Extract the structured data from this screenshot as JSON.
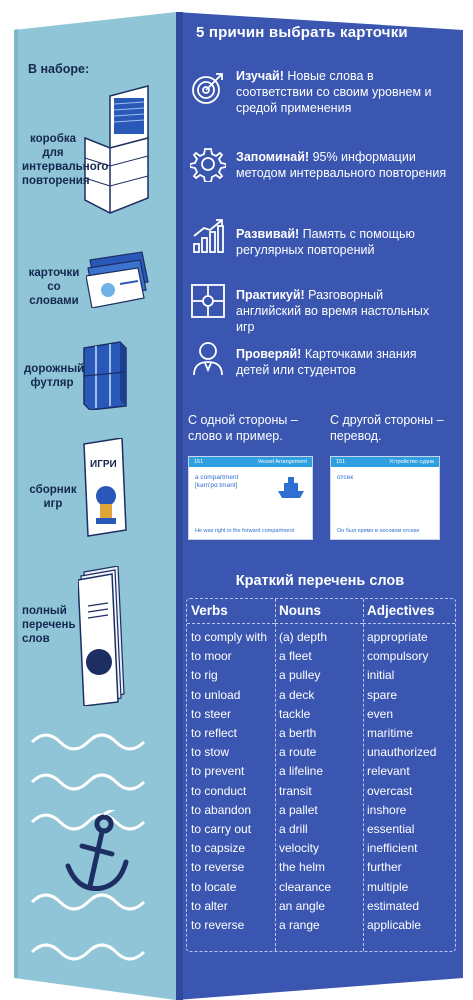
{
  "colors": {
    "left_face": "#8fc5d7",
    "right_face": "#3a56b0",
    "left_text": "#16274f",
    "card_accent": "#2e9fe0"
  },
  "left": {
    "set_heading": "В наборе:",
    "items": [
      {
        "label": "коробка для интервального повторения",
        "icon": "box-icon"
      },
      {
        "label": "карточки со словами",
        "icon": "cards-icon"
      },
      {
        "label": "дорожный футляр",
        "icon": "case-icon"
      },
      {
        "label": "сборник игр",
        "icon": "game-book-icon"
      },
      {
        "label": "полный перечень слов",
        "icon": "word-list-booklet-icon"
      }
    ],
    "book_cover_text": "ИГРИ"
  },
  "right": {
    "title": "5 причин выбрать карточки",
    "reasons": [
      {
        "bold": "Изучай!",
        "text": " Новые слова в соответствии со своим уровнем и средой применения",
        "icon": "target-icon"
      },
      {
        "bold": "Запоминай!",
        "text": " 95% информации методом интервального повторения",
        "icon": "gear-icon"
      },
      {
        "bold": "Развивай!",
        "text": " Память с помощью регулярных повторений",
        "icon": "growth-chart-icon"
      },
      {
        "bold": "Практикуй!",
        "text": " Разговорный английский во время настольных игр",
        "icon": "puzzle-icon"
      },
      {
        "bold": "Проверяй!",
        "text": " Карточками знания детей или студентов",
        "icon": "person-icon"
      }
    ],
    "side_one": "С одной стороны – слово и пример.",
    "side_two": "С другой стороны – перевод.",
    "card_front": {
      "number": "151",
      "topic": "Vessel Arrangement",
      "word": "a compartment",
      "transcription": "[kəm'pɑːtmənt]",
      "example": "He was right in the forward compartment"
    },
    "card_back": {
      "number": "151",
      "topic": "Устройство судна",
      "word": "отсек",
      "example": "Он был прямо в носовом отсеке"
    },
    "list_title": "Краткий перечень слов",
    "columns": [
      {
        "heading": "Verbs",
        "words": [
          "to comply with",
          "to moor",
          "to rig",
          "to unload",
          "to steer",
          "to reflect",
          "to stow",
          "to prevent",
          "to conduct",
          "to abandon",
          "to carry out",
          "to capsize",
          "to reverse",
          "to locate",
          "to alter",
          "to reverse"
        ]
      },
      {
        "heading": "Nouns",
        "words": [
          "(a) depth",
          "a fleet",
          "a pulley",
          "a deck",
          "tackle",
          "a berth",
          "a route",
          "a lifeline",
          "transit",
          "a pallet",
          "a drill",
          "velocity",
          "the helm",
          "clearance",
          "an angle",
          "a range"
        ]
      },
      {
        "heading": "Adjectives",
        "words": [
          "appropriate",
          "compulsory",
          "initial",
          "spare",
          "even",
          "maritime",
          "unauthorized",
          "relevant",
          "overcast",
          "inshore",
          "essential",
          "inefficient",
          "further",
          "multiple",
          "estimated",
          "applicable"
        ]
      }
    ]
  }
}
